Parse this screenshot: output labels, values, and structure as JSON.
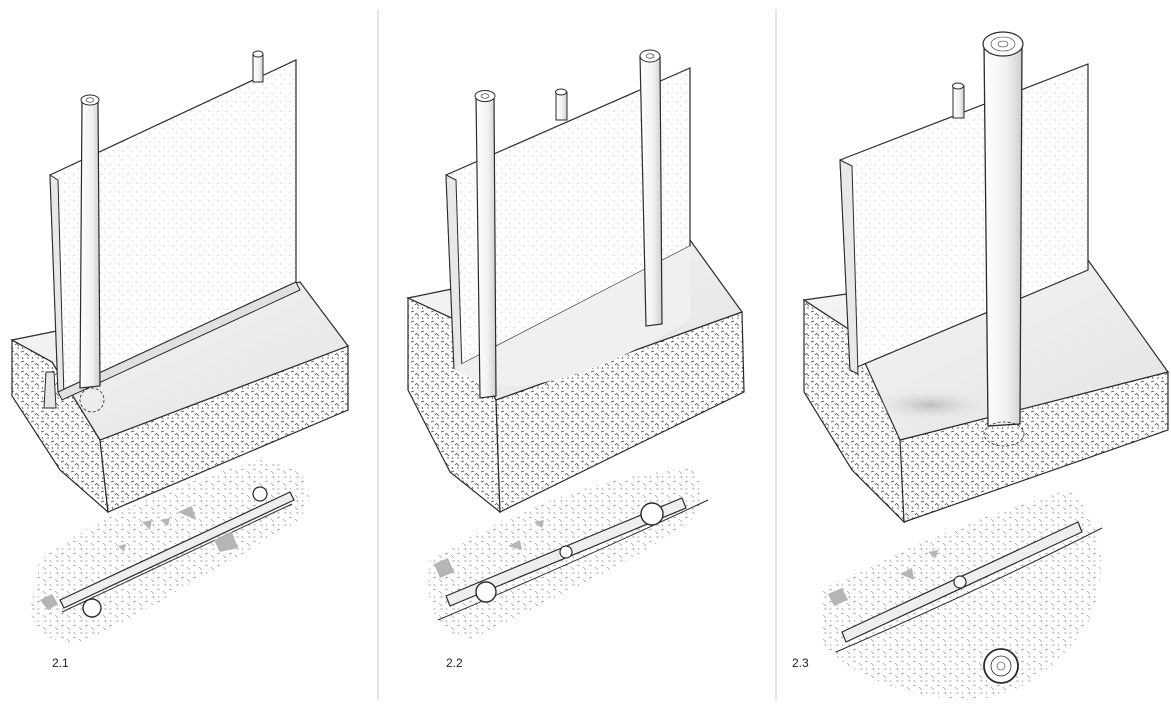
{
  "panels": [
    {
      "label": "2.1"
    },
    {
      "label": "2.2"
    },
    {
      "label": "2.3"
    }
  ],
  "colors": {
    "ink": "#2b2b2b",
    "shade": "#d9d9d9",
    "paper": "#ffffff",
    "divider": "#c8c8c8",
    "stone": "#b5b5b5"
  }
}
